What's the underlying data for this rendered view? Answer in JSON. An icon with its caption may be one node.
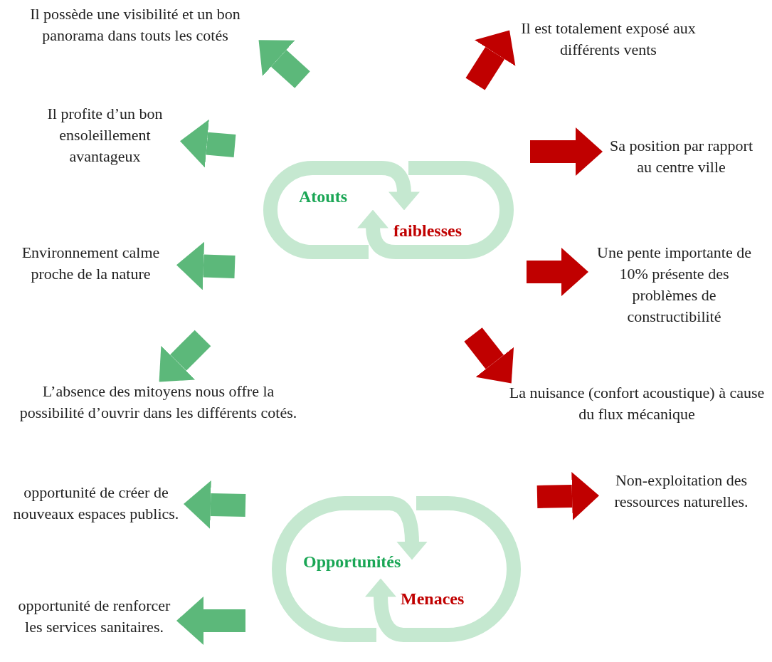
{
  "diagram": {
    "nodes": [
      {
        "text": [
          "Atouts"
        ]
      },
      {
        "text": [
          "faiblesses"
        ]
      },
      {
        "text": [
          "Il possède une visibilité et un bon panorama dans touts les cotés"
        ]
      },
      {
        "text": [
          "Il profite d’un bon ensoleillement avantageux"
        ]
      },
      {
        "text": [
          "Environnement calme proche de la nature"
        ]
      },
      {
        "text": [
          "L’absence des mitoyens nous offre la possibilité d’ouvrir dans les différents cotés."
        ]
      },
      {
        "text": [
          "Il est totalement exposé aux différents vents"
        ]
      },
      {
        "text": [
          "Sa position par rapport au centre ville"
        ]
      },
      {
        "text": [
          "Une pente importante de 10% présente des problèmes de constructibilité"
        ]
      },
      {
        "text": [
          "La nuisance (confort acoustique) à cause du flux mécanique"
        ]
      },
      {
        "text": [
          "Opportunités"
        ]
      },
      {
        "text": [
          "Menaces"
        ]
      },
      {
        "text": [
          "opportunité de créer de nouveaux espaces publics."
        ]
      },
      {
        "text": [
          "opportunité de renforcer les services sanitaires."
        ]
      },
      {
        "text": [
          "Non-exploitation des ressources naturelles."
        ]
      }
    ],
    "edges": [
      {
        "from": null,
        "to": 2,
        "arrow": "to",
        "color": "#5cb87a"
      },
      {
        "from": null,
        "to": 3,
        "arrow": "to",
        "color": "#5cb87a"
      },
      {
        "from": null,
        "to": 4,
        "arrow": "to",
        "color": "#5cb87a"
      },
      {
        "from": null,
        "to": 5,
        "arrow": "to",
        "color": "#5cb87a"
      },
      {
        "from": null,
        "to": 6,
        "arrow": "to",
        "color": "#c00000"
      },
      {
        "from": null,
        "to": 7,
        "arrow": "to",
        "color": "#c00000"
      },
      {
        "from": null,
        "to": 8,
        "arrow": "to",
        "color": "#c00000"
      },
      {
        "from": null,
        "to": 9,
        "arrow": "to",
        "color": "#c00000"
      },
      {
        "from": null,
        "to": 12,
        "arrow": "to",
        "color": "#5cb87a"
      },
      {
        "from": null,
        "to": 13,
        "arrow": "to",
        "color": "#5cb87a"
      },
      {
        "from": null,
        "to": 14,
        "arrow": "to",
        "color": "#c00000"
      }
    ]
  }
}
